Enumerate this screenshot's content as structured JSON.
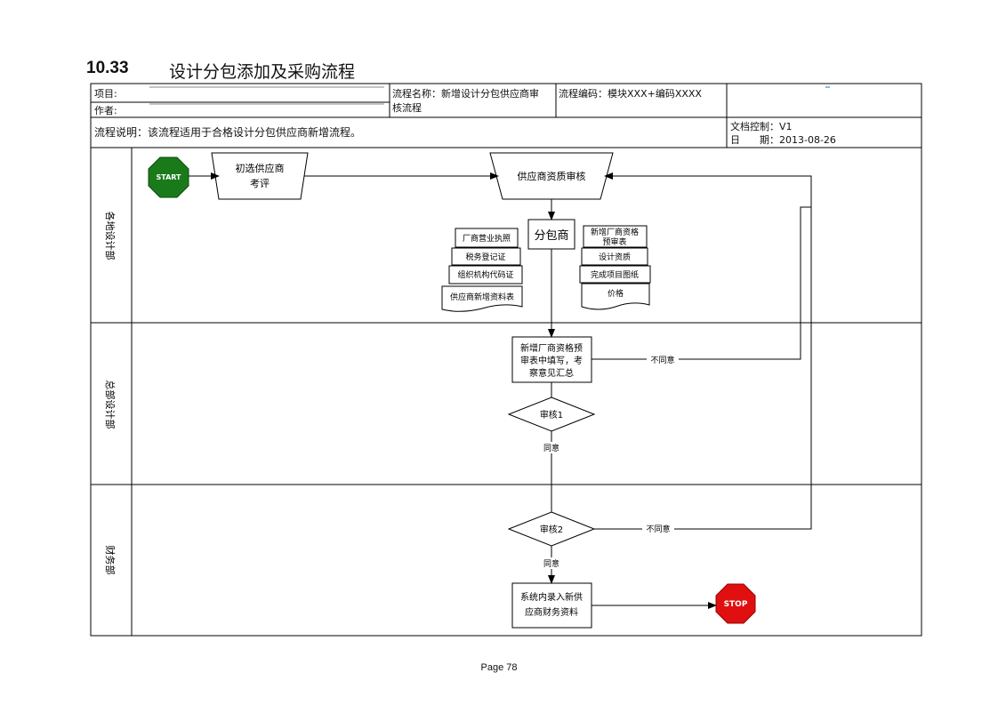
{
  "heading": {
    "number": "10.33",
    "title": "设计分包添加及采购流程"
  },
  "header_table": {
    "project_label": "项目:",
    "author_label": "作者:",
    "process_name_line1": "流程名称：新增设计分包供应商审",
    "process_name_line2": "核流程",
    "process_code": "流程编码：模块XXX+编码XXXX",
    "description": "流程说明：该流程适用于合格设计分包供应商新增流程。",
    "doc_control": "文档控制：V1",
    "date": "日　　期：2013-08-26"
  },
  "lanes": [
    {
      "label": "各地设计部"
    },
    {
      "label": "总部设计部"
    },
    {
      "label": "财务部"
    }
  ],
  "nodes": {
    "start": "START",
    "initial_screening_line1": "初选供应商",
    "initial_screening_line2": "考评",
    "supplier_review": "供应商资质审核",
    "subcontractor": "分包商",
    "doc_left": [
      "厂商营业执照",
      "税务登记证",
      "组织机构代码证",
      "供应商新增资料表"
    ],
    "doc_right_line1": "新增厂商资格",
    "doc_right_line2": "预审表",
    "doc_right": [
      "设计资质",
      "完成项目图纸",
      "价格"
    ],
    "fill_form_line1": "新增厂商资格预",
    "fill_form_line2": "审表中填写，考",
    "fill_form_line3": "察意见汇总",
    "review1": "审核1",
    "review2": "审核2",
    "entry_line1": "系统内录入新供",
    "entry_line2": "应商财务资料",
    "stop": "STOP"
  },
  "edge_labels": {
    "disagree_1": "不同意",
    "agree_1": "同意",
    "disagree_2": "不同意",
    "agree_2": "同意"
  },
  "colors": {
    "start_fill": "#1a7a1a",
    "stop_fill": "#e01010",
    "line": "#000000"
  },
  "footer": {
    "page": "Page 78"
  }
}
